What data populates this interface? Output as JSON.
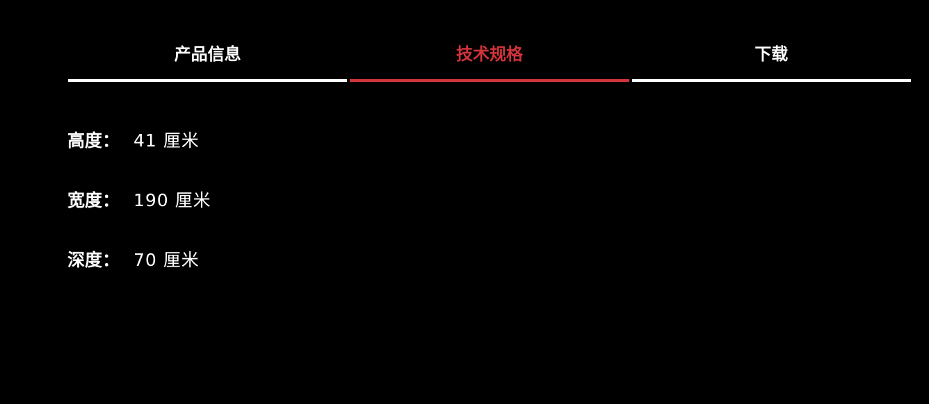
{
  "tabs": [
    {
      "label": "产品信息",
      "active": false
    },
    {
      "label": "技术规格",
      "active": true
    },
    {
      "label": "下载",
      "active": false
    }
  ],
  "specs": [
    {
      "label": "高度：",
      "value": "41 厘米"
    },
    {
      "label": "宽度：",
      "value": "190 厘米"
    },
    {
      "label": "深度：",
      "value": "70 厘米"
    }
  ],
  "colors": {
    "background": "#000000",
    "text": "#ffffff",
    "accent": "#d0333a"
  }
}
